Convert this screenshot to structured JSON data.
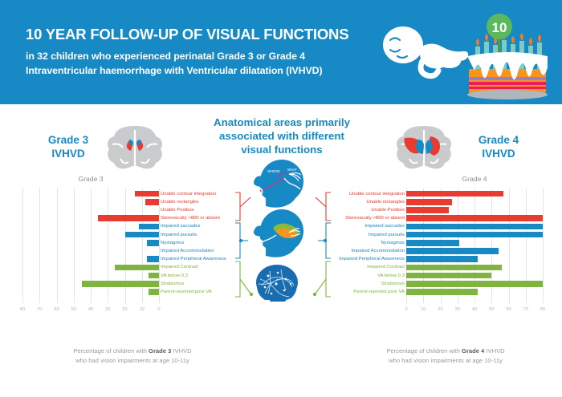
{
  "header": {
    "title": "10 YEAR FOLLOW-UP OF VISUAL FUNCTIONS",
    "subtitle_line1": "in 32 children who experienced perinatal Grade 3 or Grade 4",
    "subtitle_line2": "Intraventricular haemorrhage with Ventricular dilatation (IVHVD)",
    "background_color": "#1789c4",
    "cake_badge_number": "10",
    "baby_icon": "sleeping-baby-icon",
    "cake_icon": "birthday-cake-icon"
  },
  "center": {
    "heading_line1": "Anatomical areas primarily",
    "heading_line2": "associated with different",
    "heading_line3": "visual functions",
    "heads": [
      {
        "name": "head-dorsal-ventral-stream",
        "labels": [
          "WHERE",
          "WHAT"
        ]
      },
      {
        "name": "head-oculomotor-pathway",
        "labels": []
      },
      {
        "name": "head-cortical-network",
        "labels": []
      }
    ]
  },
  "left_panel": {
    "grade_label_line1": "Grade 3",
    "grade_label_line2": "IVHVD",
    "brain_icon": "brain-coronal-grade3-icon",
    "footer_prefix": "Percentage of children with ",
    "footer_bold": "Grade 3",
    "footer_suffix": " IVHVD",
    "footer_line2": "who had vision impairments at age 10-11y"
  },
  "right_panel": {
    "grade_label_line1": "Grade 4",
    "grade_label_line2": "IVHVD",
    "brain_icon": "brain-coronal-grade4-icon",
    "footer_prefix": "Percentage of children with ",
    "footer_bold": "Grade 4",
    "footer_suffix": " IVHVD",
    "footer_line2": "who had vision impairments at age 10-11y"
  },
  "chart_data": [
    {
      "type": "bar",
      "orientation": "horizontal-left",
      "title": "Grade 3",
      "xlabel": "",
      "ylabel": "",
      "xlim": [
        0,
        80
      ],
      "tick_labels": [
        "80",
        "70",
        "60",
        "50",
        "40",
        "30",
        "20",
        "10",
        "0"
      ],
      "grid": true,
      "categories": [
        "Unable contour integration",
        "Unable rectangles",
        "Unable Postbox",
        "Stereoacuity >800 or absent",
        "Impaired saccades",
        "Impaired pursuits",
        "Nystagmus",
        "Impaired Accommodation",
        "Impaired Peripheral Awareness",
        "Impaired Contrast",
        "VA below 0.3",
        "Strabismus",
        "Parent-reported poor VA"
      ],
      "values": [
        14,
        8,
        0,
        36,
        12,
        20,
        7,
        0,
        7,
        26,
        6,
        45,
        6
      ],
      "colors": [
        "#e83c31",
        "#e83c31",
        "#e83c31",
        "#e83c31",
        "#1789c4",
        "#1789c4",
        "#1789c4",
        "#1789c4",
        "#1789c4",
        "#7fb440",
        "#7fb440",
        "#7fb440",
        "#7fb440"
      ]
    },
    {
      "type": "bar",
      "orientation": "horizontal-right",
      "title": "Grade 4",
      "xlabel": "",
      "ylabel": "",
      "xlim": [
        0,
        80
      ],
      "tick_labels": [
        "0",
        "10",
        "20",
        "30",
        "40",
        "50",
        "60",
        "70",
        "80"
      ],
      "grid": true,
      "categories": [
        "Unable contour integration",
        "Unable rectangles",
        "Unable Postbox",
        "Stereoacuity >800 or absent",
        "Impaired saccades",
        "Impaired pursuits",
        "Nystagmus",
        "Impaired Accommodation",
        "Impaired Peripheral Awareness",
        "Impaired Contrast",
        "VA below 0.3",
        "Strabismus",
        "Parent-reported poor VA"
      ],
      "values": [
        57,
        27,
        25,
        80,
        80,
        80,
        31,
        54,
        42,
        56,
        50,
        80,
        42
      ],
      "colors": [
        "#e83c31",
        "#e83c31",
        "#e83c31",
        "#e83c31",
        "#1789c4",
        "#1789c4",
        "#1789c4",
        "#1789c4",
        "#1789c4",
        "#7fb440",
        "#7fb440",
        "#7fb440",
        "#7fb440"
      ]
    }
  ],
  "palette": {
    "brand_blue": "#1789c4",
    "red": "#e83c31",
    "blue": "#1789c4",
    "green": "#7fb440",
    "grey_text": "#9a9a9a"
  }
}
